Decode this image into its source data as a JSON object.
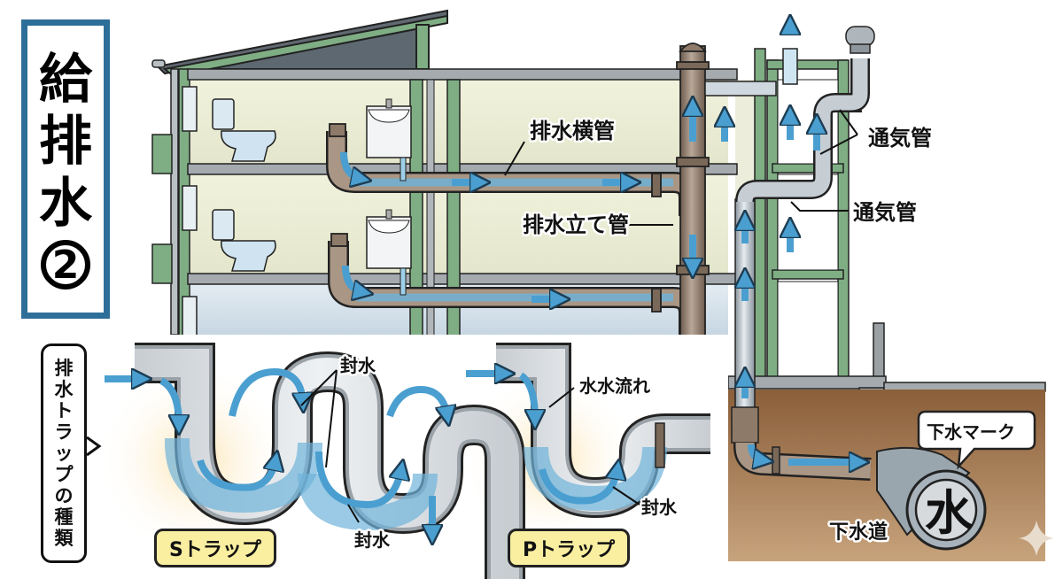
{
  "title": {
    "chars": [
      "給",
      "排",
      "水"
    ],
    "number": "2",
    "accent_color": "#2e6f9a"
  },
  "labels": {
    "horizontal_drain": "排水横管",
    "drain_stack": "排水立て管",
    "vent_pipe_upper": "通気管",
    "vent_pipe_lower": "通気管",
    "sewer_mark": "下水マーク",
    "sewer": "下水道",
    "sewer_symbol": "水"
  },
  "trap_section": {
    "callout_chars": [
      "排",
      "水",
      "ト",
      "ラ",
      "ッ",
      "プ",
      "の",
      "種",
      "類"
    ],
    "s_trap": {
      "name": "Sトラップ",
      "seal_label_top": "封水",
      "seal_label_bottom": "封水"
    },
    "p_trap": {
      "name": "Pトラップ",
      "flow_label": "水水流れ",
      "seal_label": "封水"
    }
  },
  "colors": {
    "frame_green": "#7fae84",
    "wall_cream": "#eeefd8",
    "floor_gray": "#9aa0a4",
    "pipe_brown": "#8e7a68",
    "vent_gray": "#aeb6bc",
    "water_blue": "#4a9fd0",
    "soil_brown": "#9c7550",
    "tag_yellow": "#faeea0"
  }
}
